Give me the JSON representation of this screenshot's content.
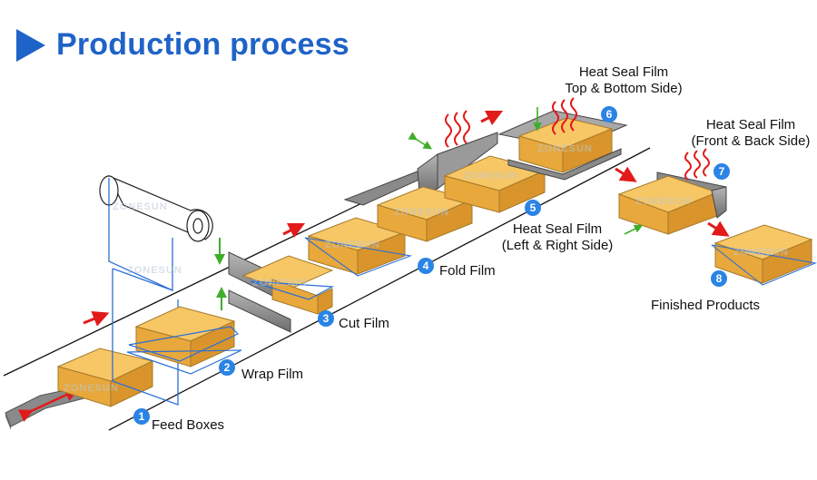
{
  "header": {
    "title": "Production process"
  },
  "steps": [
    {
      "number": "1",
      "label": "Feed Boxes"
    },
    {
      "number": "2",
      "label": "Wrap Film"
    },
    {
      "number": "3",
      "label": "Cut Film"
    },
    {
      "number": "4",
      "label": "Fold Film"
    },
    {
      "number": "5",
      "label_line1": "Heat Seal Film",
      "label_line2": "(Left & Right Side)"
    },
    {
      "number": "6",
      "label_line1": "Heat Seal Film",
      "label_line2": "Top & Bottom Side)"
    },
    {
      "number": "7",
      "label_line1": "Heat Seal Film",
      "label_line2": "(Front & Back Side)"
    },
    {
      "number": "8",
      "label": "Finished Products"
    }
  ],
  "watermark": "ZONESUN",
  "colors": {
    "title": "#1f63c8",
    "box_top": "#f7c766",
    "box_side": "#e8a83c",
    "film": "#2a6fd6",
    "badge": "#2a84e6",
    "arrow_red": "#e21a1a",
    "arrow_green": "#3fae2a",
    "metal": "#8a8a8a"
  }
}
